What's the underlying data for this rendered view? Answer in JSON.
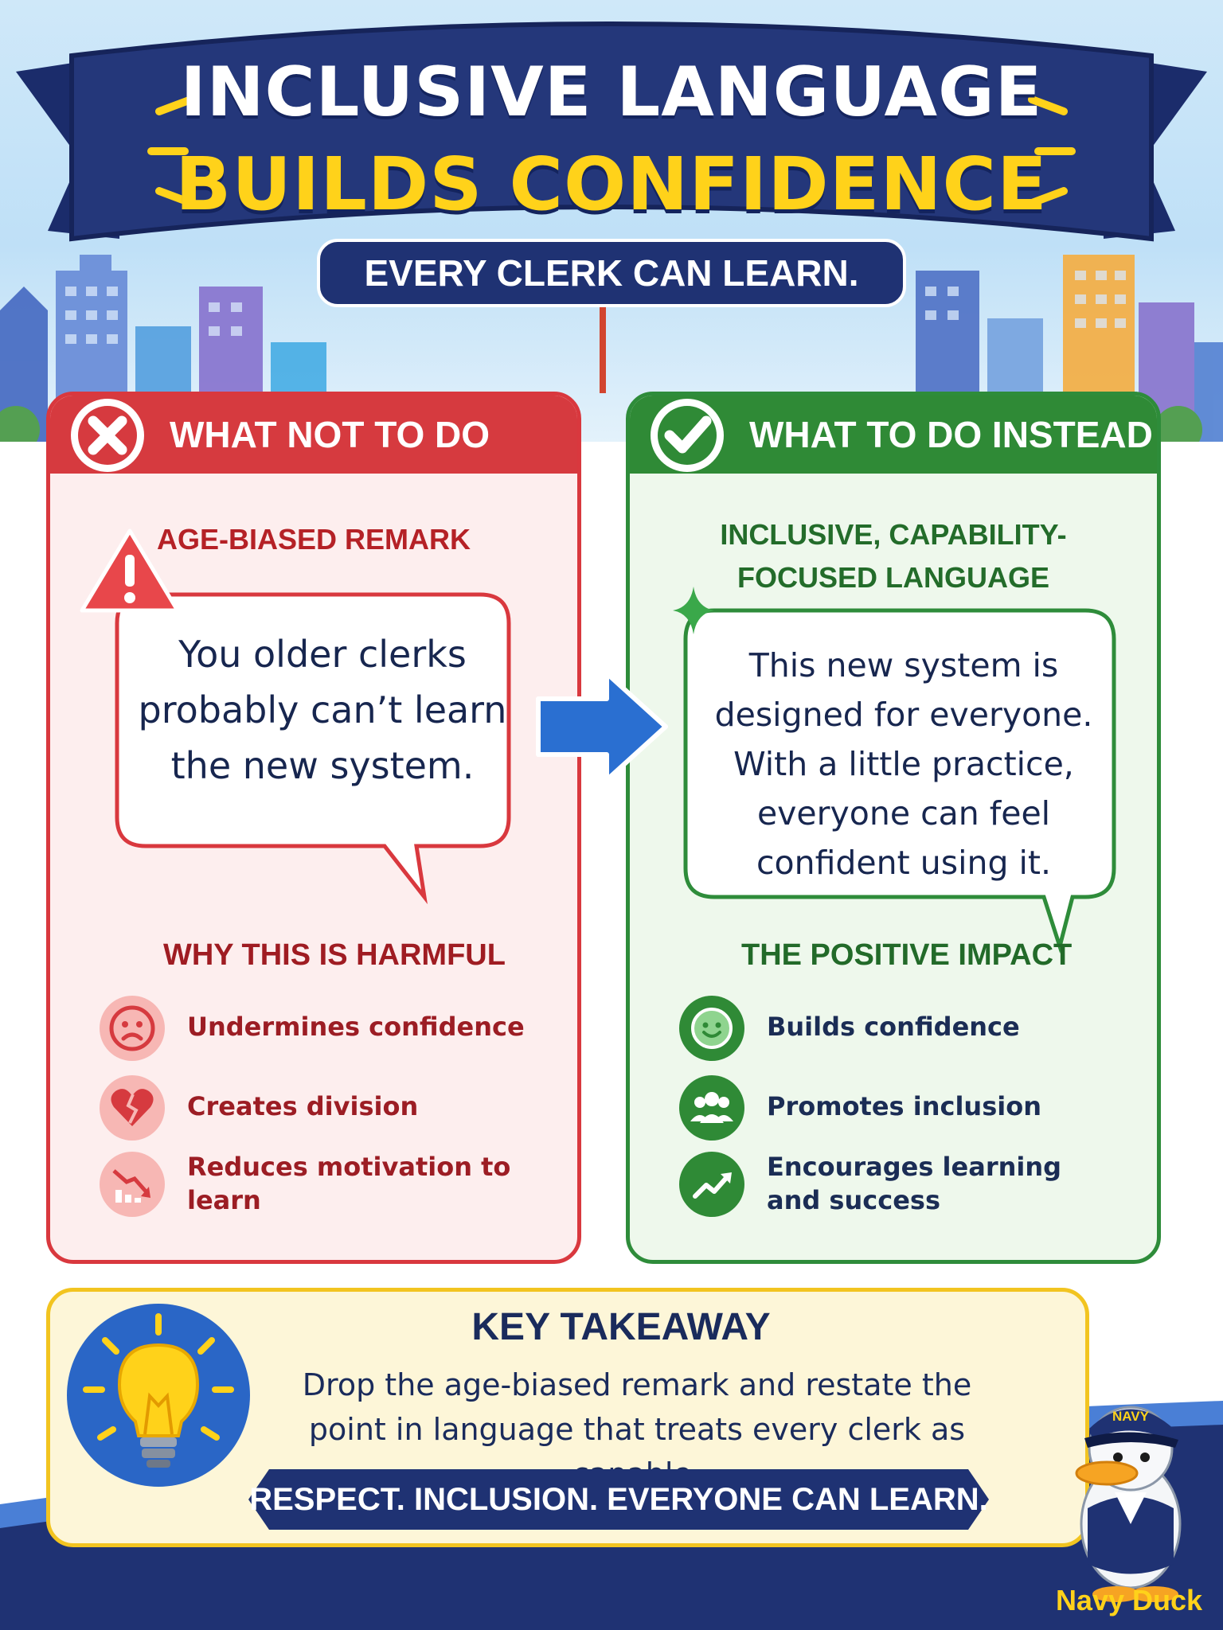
{
  "header": {
    "title_line1": "INCLUSIVE LANGUAGE",
    "title_line2": "BUILDS CONFIDENCE",
    "subtitle": "EVERY CLERK CAN LEARN."
  },
  "bad_panel": {
    "heading": "WHAT NOT TO DO",
    "badge_icon": "x-icon",
    "remark_title": "AGE-BIASED REMARK",
    "quote": "You older clerks probably can’t learn the new system.",
    "why_title": "WHY THIS IS HARMFUL",
    "items": [
      {
        "icon": "sad-face-icon",
        "label": "Undermines confidence"
      },
      {
        "icon": "broken-heart-icon",
        "label": "Creates division"
      },
      {
        "icon": "declining-chart-icon",
        "label": "Reduces motivation to learn"
      }
    ]
  },
  "good_panel": {
    "heading": "WHAT TO DO INSTEAD",
    "badge_icon": "check-icon",
    "remark_title": "INCLUSIVE, CAPABILITY-FOCUSED LANGUAGE",
    "quote": "This new system is designed for everyone. With a little practice, everyone can feel confident using it.",
    "why_title": "THE POSITIVE IMPACT",
    "items": [
      {
        "icon": "smile-face-icon",
        "label": "Builds confidence"
      },
      {
        "icon": "group-icon",
        "label": "Promotes inclusion"
      },
      {
        "icon": "growth-chart-icon",
        "label": "Encourages learning and success"
      }
    ]
  },
  "takeaway": {
    "title": "KEY TAKEAWAY",
    "body": "Drop the age-biased remark and restate the point in language that treats every clerk as capable.",
    "motto": "RESPECT. INCLUSION. EVERYONE CAN LEARN."
  },
  "mascot": {
    "cap_text": "NAVY",
    "name": "Navy Duck"
  },
  "colors": {
    "navy": "#1f3273",
    "gold": "#ffd21a",
    "bad_red": "#d63a3f",
    "good_green": "#2f8a36",
    "arrow_blue": "#2a6fd1"
  }
}
